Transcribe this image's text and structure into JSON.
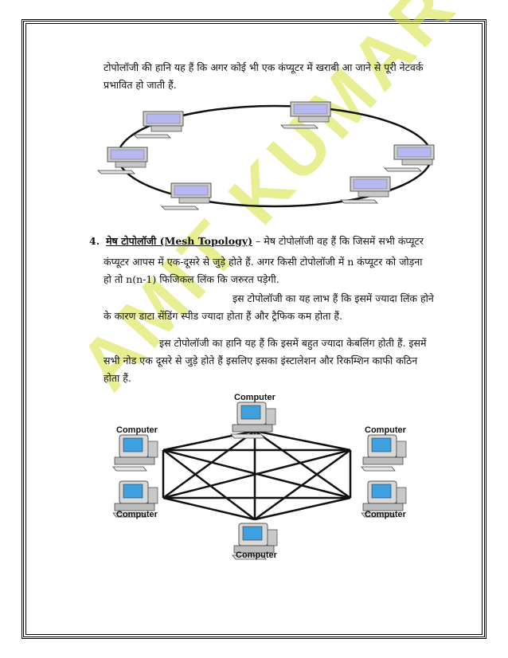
{
  "ring_text": {
    "line1": "टोपोलॉजी की हानि यह हैं कि अगर कोई भी एक कंप्यूटर में खराबी आ जाने से पूरी नेटवर्क",
    "line2": "प्रभावित हो जाती हैं."
  },
  "item4": {
    "number": "4.",
    "title": "मेष टोपोलॉजी (Mesh Topology)",
    "rest": " – मेष टोपोलॉजी वह हैं कि जिसमें सभी कंप्यूटर"
  },
  "para_def": {
    "line1": "कंप्यूटर आपस में एक-दूसरे से जुड़े होते हैं. अगर किसी टोपोलॉजी में n कंप्यूटर को जोड़ना",
    "line2": "हो तो n(n-1) फिजिकल लिंक कि जरुरत पड़ेगी."
  },
  "para_adv": {
    "line1": "इस टोपोलॉजी का यह लाभ हैं कि इसमें ज्यादा लिंक होने",
    "line2": "के कारण डाटा सेंडिंग स्पीड ज्यादा होता हैं और ट्रैफिक कम होता हैं."
  },
  "para_dis": {
    "line1": "इस टोपोलॉजी का हानि यह हैं कि इसमें बहुत ज्यादा केबलिंग होती हैं. इसमें",
    "line2": "सभी नोड एक दूसरे से जुड़े होते हैं इसलिए इसका इंस्टालेशन और रिकम्शिन काफी कठिन",
    "line3": "होता हैं."
  },
  "mesh_labels": {
    "top": "Computer",
    "top_left": "Computer",
    "top_right": "Computer",
    "bottom_left": "Computer",
    "bottom_right": "Computer",
    "bottom": "Computer"
  },
  "watermark": "AMIT KUMAR JHA",
  "colors": {
    "screen": "#b8b8f0",
    "monitor_body": "#d0d0d0",
    "mesh_screen": "#3fa0e0"
  }
}
